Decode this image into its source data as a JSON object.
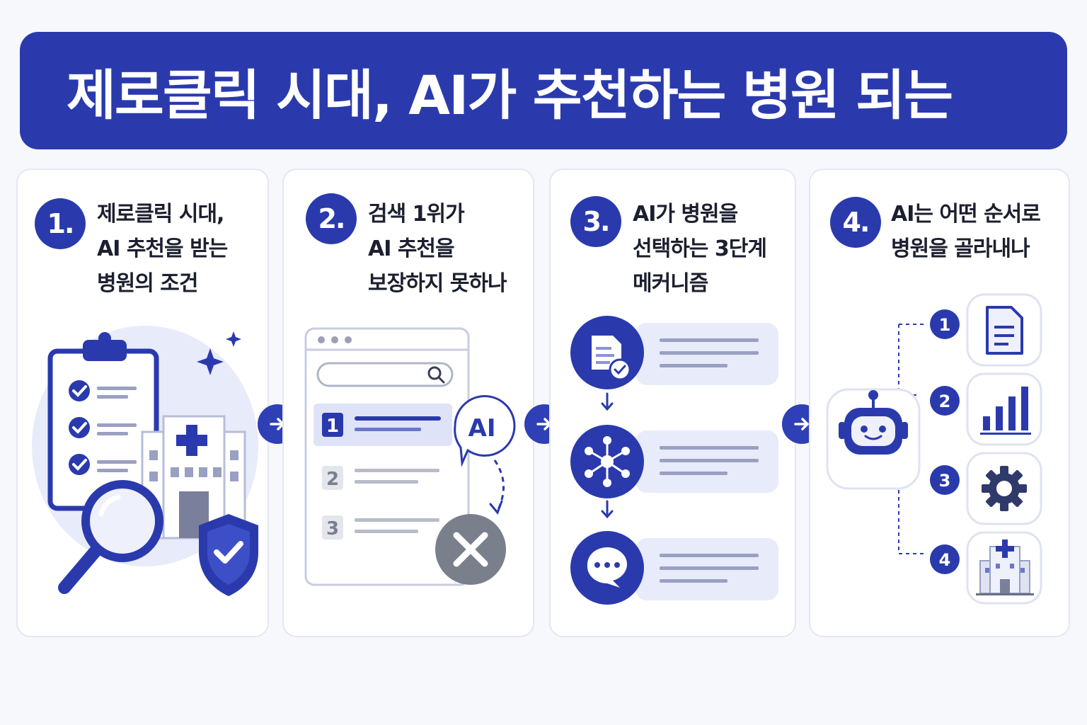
{
  "banner": {
    "title": "제로클릭 시대, AI가 추천하는 병원 되는"
  },
  "steps": [
    {
      "number": "1.",
      "title_lines": [
        "제로클릭 시대,",
        "AI 추천을 받는",
        "병원의 조건"
      ]
    },
    {
      "number": "2.",
      "title_lines": [
        "검색 1위가",
        "AI 추천을",
        "보장하지 못하나"
      ]
    },
    {
      "number": "3.",
      "title_lines": [
        "AI가 병원을",
        "선택하는 3단계",
        "메커니즘"
      ]
    },
    {
      "number": "4.",
      "title_lines": [
        "AI는 어떤 순서로",
        "병원을 골라내나"
      ]
    }
  ],
  "search_results": {
    "ranks": [
      "1",
      "2",
      "3"
    ],
    "ai_bubble": "AI"
  },
  "ai_order": {
    "ranks": [
      "1",
      "2",
      "3",
      "4"
    ]
  },
  "colors": {
    "primary": "#2a3aad",
    "light": "#e8ebfa",
    "gray": "#7a7f8c"
  },
  "icons": {
    "card1": [
      "clipboard-checklist-icon",
      "hospital-icon",
      "magnifier-icon",
      "shield-check-icon",
      "sparkle-icon"
    ],
    "card2": [
      "browser-window-icon",
      "search-icon",
      "ai-bubble-icon",
      "x-circle-icon"
    ],
    "card3": [
      "document-check-icon",
      "network-icon",
      "chat-bubble-icon"
    ],
    "card4": [
      "robot-icon",
      "document-icon",
      "bar-chart-icon",
      "gear-icon",
      "hospital-icon"
    ]
  }
}
